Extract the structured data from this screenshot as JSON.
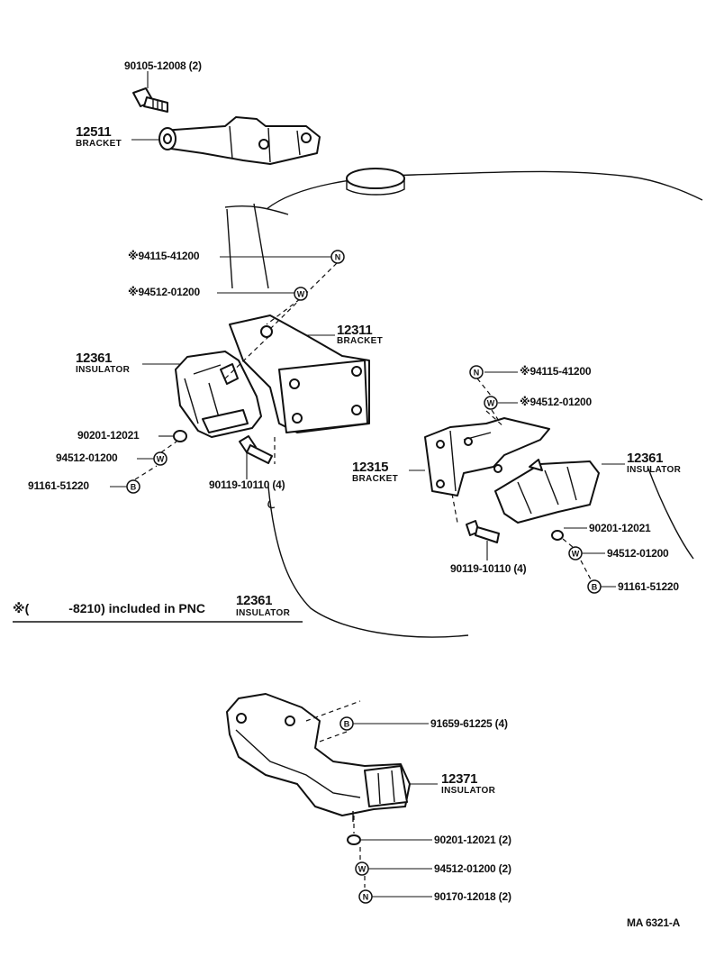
{
  "bracket_rear": {
    "pnc": "12511",
    "name": "BRACKET",
    "bolt": "90105-12008 (2)"
  },
  "right_mount": {
    "nut": "94115-41200",
    "washer": "94512-01200",
    "bracket_pnc": "12311",
    "bracket_name": "BRACKET",
    "insulator_pnc": "12361",
    "insulator_name": "INSULATOR",
    "lock_washer": "90201-12021",
    "washer2": "94512-01200",
    "bolt_b": "91161-51220",
    "bolt4": "90119-10110 (4)"
  },
  "left_mount": {
    "nut": "94115-41200",
    "washer": "94512-01200",
    "bracket_pnc": "12315",
    "bracket_name": "BRACKET",
    "insulator_pnc": "12361",
    "insulator_name": "INSULATOR",
    "lock_washer": "90201-12021",
    "washer2": "94512-01200",
    "bolt_b": "91161-51220",
    "bolt4": "90119-10110 (4)"
  },
  "note": {
    "prefix": "※(",
    "range": "-8210) included in PNC",
    "pnc": "12361",
    "name": "INSULATOR"
  },
  "mark": "※",
  "rear_mount": {
    "bolt": "91659-61225 (4)",
    "insulator_pnc": "12371",
    "insulator_name": "INSULATOR",
    "washer_a": "90201-12021 (2)",
    "washer_b": "94512-01200 (2)",
    "nut": "90170-12018 (2)"
  },
  "symbols": {
    "nut": "N",
    "washer": "W",
    "bolt": "B"
  },
  "footer_code": "MA  6321-A"
}
